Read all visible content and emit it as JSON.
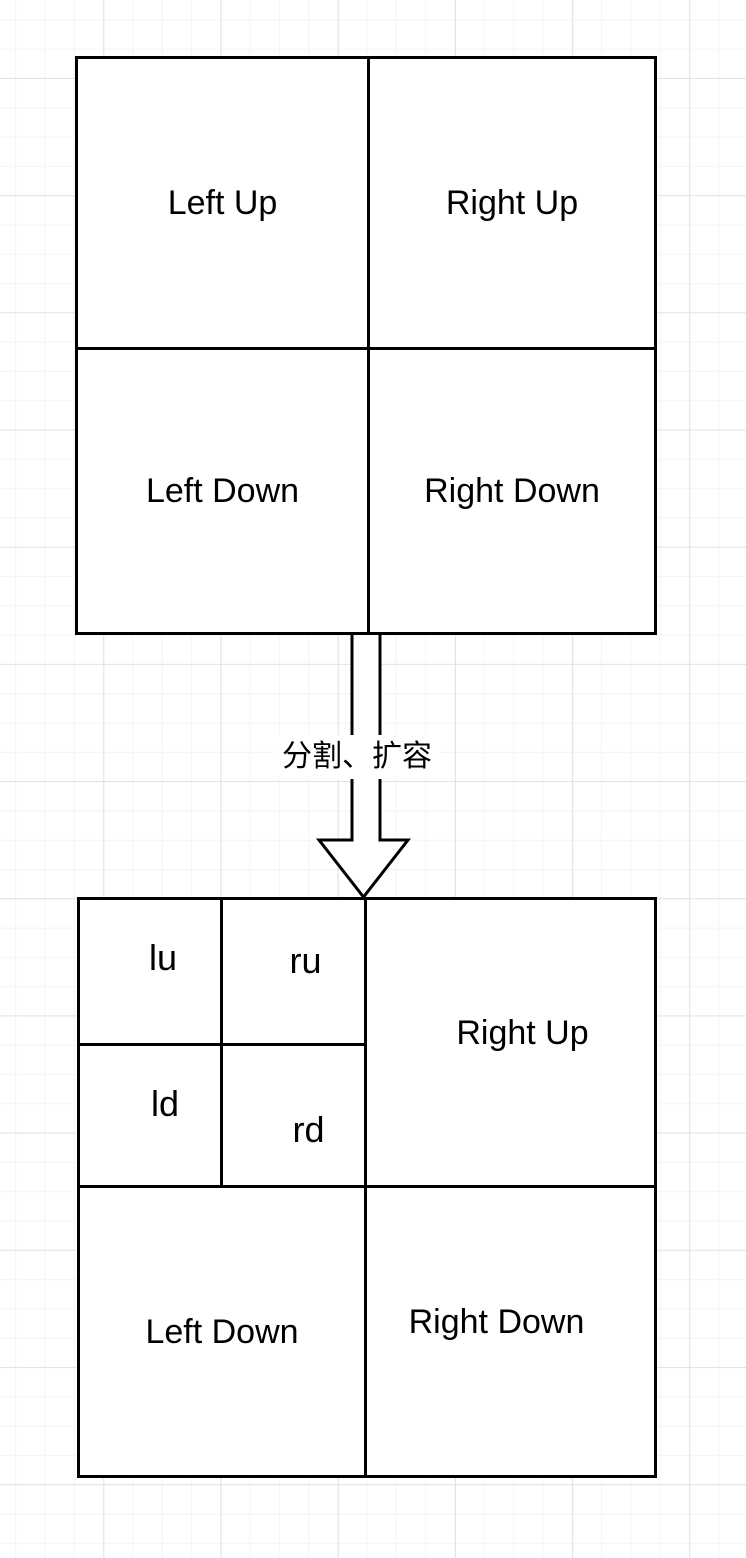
{
  "diagram": {
    "top_grid": {
      "cells": [
        {
          "id": "left-up",
          "label": "Left Up"
        },
        {
          "id": "right-up",
          "label": "Right Up"
        },
        {
          "id": "left-down",
          "label": "Left Down"
        },
        {
          "id": "right-down",
          "label": "Right Down"
        }
      ]
    },
    "arrow": {
      "label": "分割、扩容",
      "direction": "down",
      "style": "hollow-outline"
    },
    "bottom_grid": {
      "small_cells": [
        {
          "id": "lu",
          "label": "lu"
        },
        {
          "id": "ru",
          "label": "ru"
        },
        {
          "id": "ld",
          "label": "ld"
        },
        {
          "id": "rd",
          "label": "rd"
        }
      ],
      "cells": [
        {
          "id": "right-up",
          "label": "Right Up"
        },
        {
          "id": "left-down",
          "label": "Left Down"
        },
        {
          "id": "right-down",
          "label": "Right Down"
        }
      ]
    },
    "colors": {
      "stroke": "#000000",
      "shape_fill": "#ffffff",
      "grid_minor": "#f4f4f4",
      "grid_major": "#e2e2e2"
    }
  }
}
